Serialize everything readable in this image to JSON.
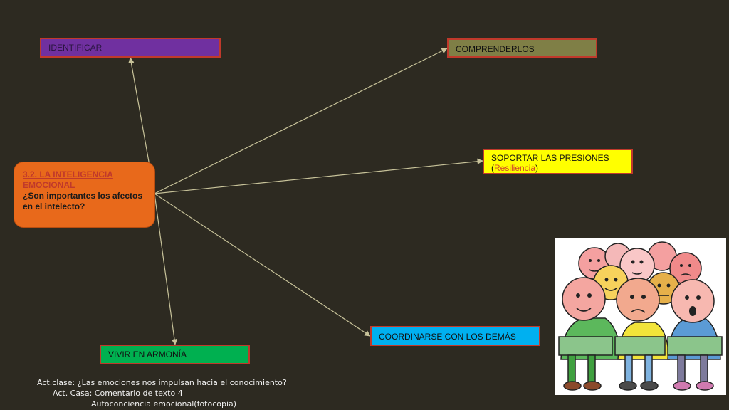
{
  "center": {
    "title": "3.2. LA INTELIGENCIA EMOCIONAL",
    "question": "¿Son importantes los afectos en el intelecto?"
  },
  "nodes": {
    "identificar": "IDENTIFICAR",
    "comprenderlos": "COMPRENDERLOS",
    "soportar": "SOPORTAR LAS PRESIONES",
    "soportar_sub_open": "(",
    "soportar_sub": "Resiliencia",
    "soportar_sub_close": ")",
    "coordinarse": "COORDINARSE CON LOS DEMÁS",
    "vivir": "VIVIR EN ARMONÍA"
  },
  "notes": {
    "line1": "Act.clase: ¿Las emociones nos impulsan hacia el conocimiento?",
    "line2": "Act. Casa: Comentario de texto 4",
    "line3": "Autoconciencia emocional(fotocopia)"
  },
  "colors": {
    "background": "#2d2a21",
    "connector": "#c8c39a",
    "center_fill": "#e8691b",
    "node_border": "#c0392b"
  }
}
